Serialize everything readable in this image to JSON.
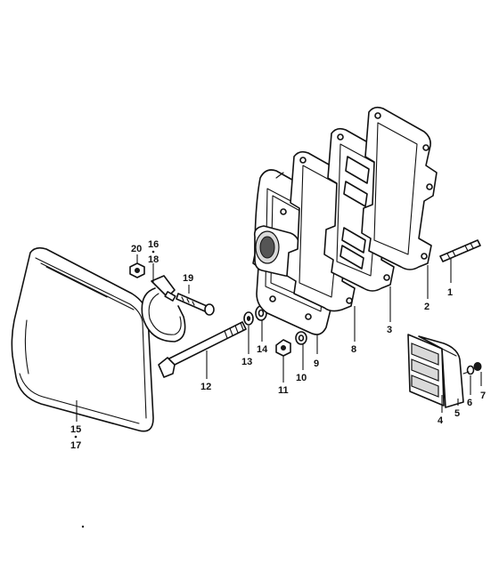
{
  "callouts": {
    "p1": "1",
    "p2": "2",
    "p3": "3",
    "p4": "4",
    "p5": "5",
    "p6": "6",
    "p7": "7",
    "p8": "8",
    "p9": "9",
    "p10": "10",
    "p11": "11",
    "p12": "12",
    "p13": "13",
    "p14": "14",
    "p15": "15",
    "p16": "16",
    "p17": "17",
    "p18": "18",
    "p19": "19",
    "p20": "20"
  }
}
